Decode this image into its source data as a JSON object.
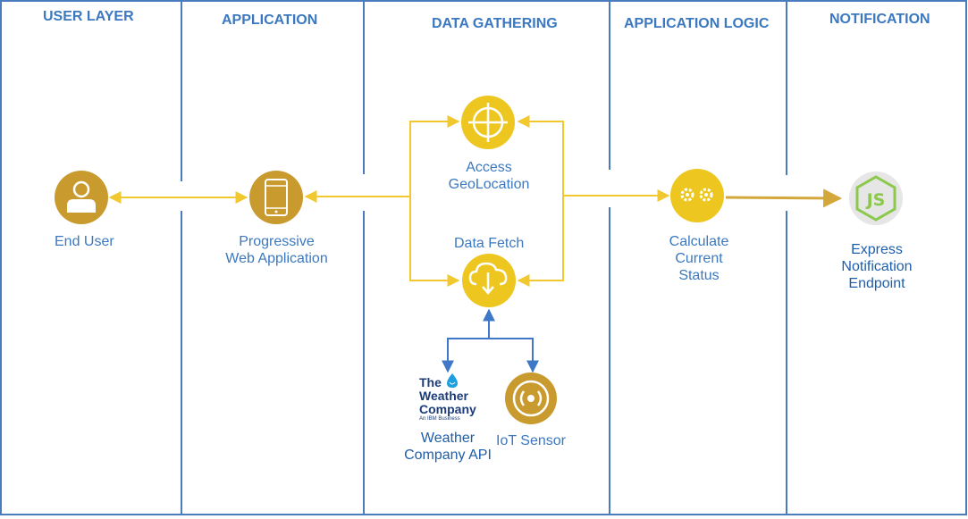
{
  "lanes": {
    "user_layer": "USER LAYER",
    "application": "APPLICATION",
    "data_gathering": "DATA GATHERING",
    "application_logic": "APPLICATION LOGIC",
    "notification": "NOTIFICATION"
  },
  "nodes": {
    "end_user": {
      "label": "End User",
      "icon": "user-icon"
    },
    "pwa": {
      "label_line1": "Progressive",
      "label_line2": "Web Application",
      "icon": "smartphone-icon"
    },
    "geolocation": {
      "label_line1": "Access",
      "label_line2": "GeoLocation",
      "icon": "crosshair-icon"
    },
    "data_fetch": {
      "label": "Data Fetch",
      "icon": "cloud-download-icon"
    },
    "calculate": {
      "label_line1": "Calculate",
      "label_line2": "Current",
      "label_line3": "Status",
      "icon": "gears-icon"
    },
    "express": {
      "label_line1": "Express",
      "label_line2": "Notification",
      "label_line3": "Endpoint",
      "icon": "nodejs-icon",
      "logo_text": "JS"
    },
    "weather_api": {
      "label_line1": "Weather",
      "label_line2": "Company API",
      "logo_the": "The",
      "logo_weather": "Weather",
      "logo_company": "Company",
      "logo_sub": "An IBM Business"
    },
    "iot_sensor": {
      "label": "IoT Sensor",
      "icon": "wireless-sensor-icon"
    }
  },
  "colors": {
    "lane_border": "#4a7bbd",
    "lane_title": "#3b78c0",
    "node_gold": "#edc71f",
    "node_bronze": "#c99a2e",
    "arrow_gold": "#f1c830",
    "arrow_blue": "#3f78c6",
    "node_green": "#8cc84b"
  }
}
